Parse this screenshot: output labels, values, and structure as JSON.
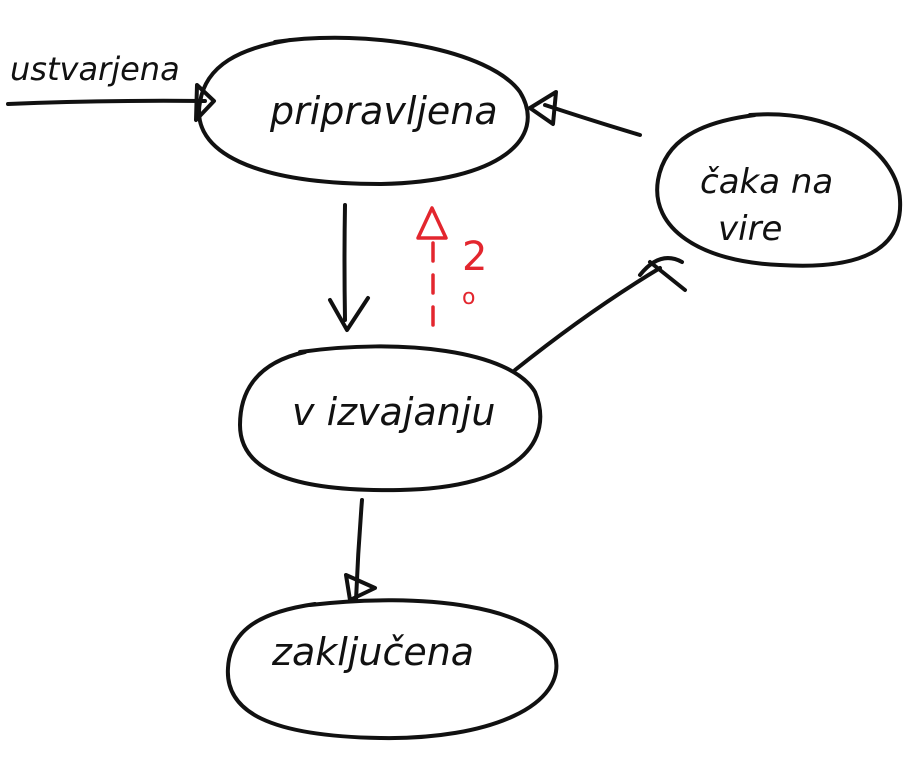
{
  "states": {
    "pripravljena": "pripravljena",
    "caka_na_vire": "čaka na",
    "caka_na_vire_2": "vire",
    "v_izvajanju": "v izvajanju",
    "zakljucena": "zaključena"
  },
  "entry_label": "ustvarjena",
  "red_annotation": {
    "number": "2",
    "small_mark": "o"
  },
  "colors": {
    "ink": "#111111",
    "accent": "#e3262e",
    "background": "#ffffff"
  }
}
